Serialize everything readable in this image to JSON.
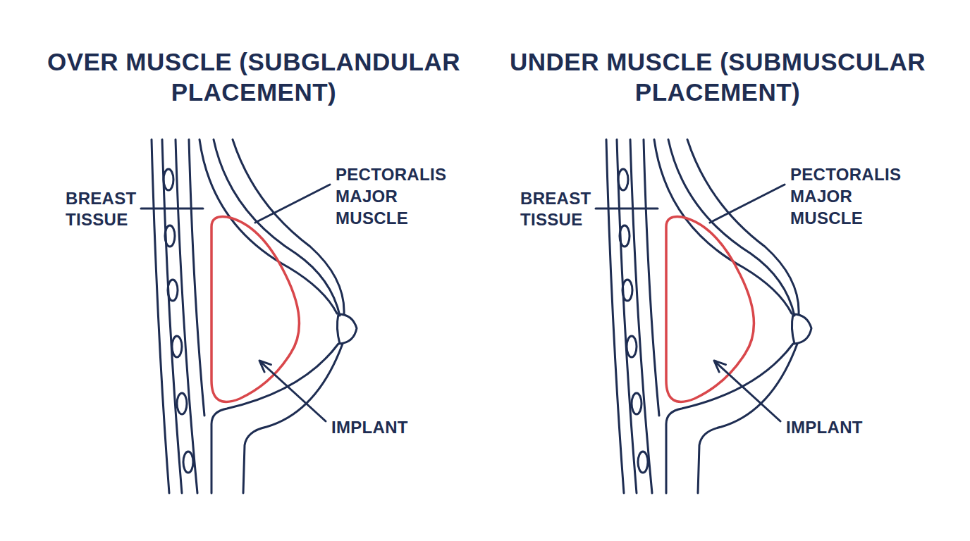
{
  "diagram": {
    "labels": [
      "OVER MUSCLE (SUBGLANDULAR PLACEMENT)",
      "BREAST TISSUE",
      "PECTORALIS MAJOR MUSCLE",
      "IMPLANT",
      "UNDER MUSCLE (SUBMUSCULAR PLACEMENT)",
      "BREAST TISSUE",
      "PECTORALIS MAJOR MUSCLE",
      "IMPLANT"
    ]
  }
}
